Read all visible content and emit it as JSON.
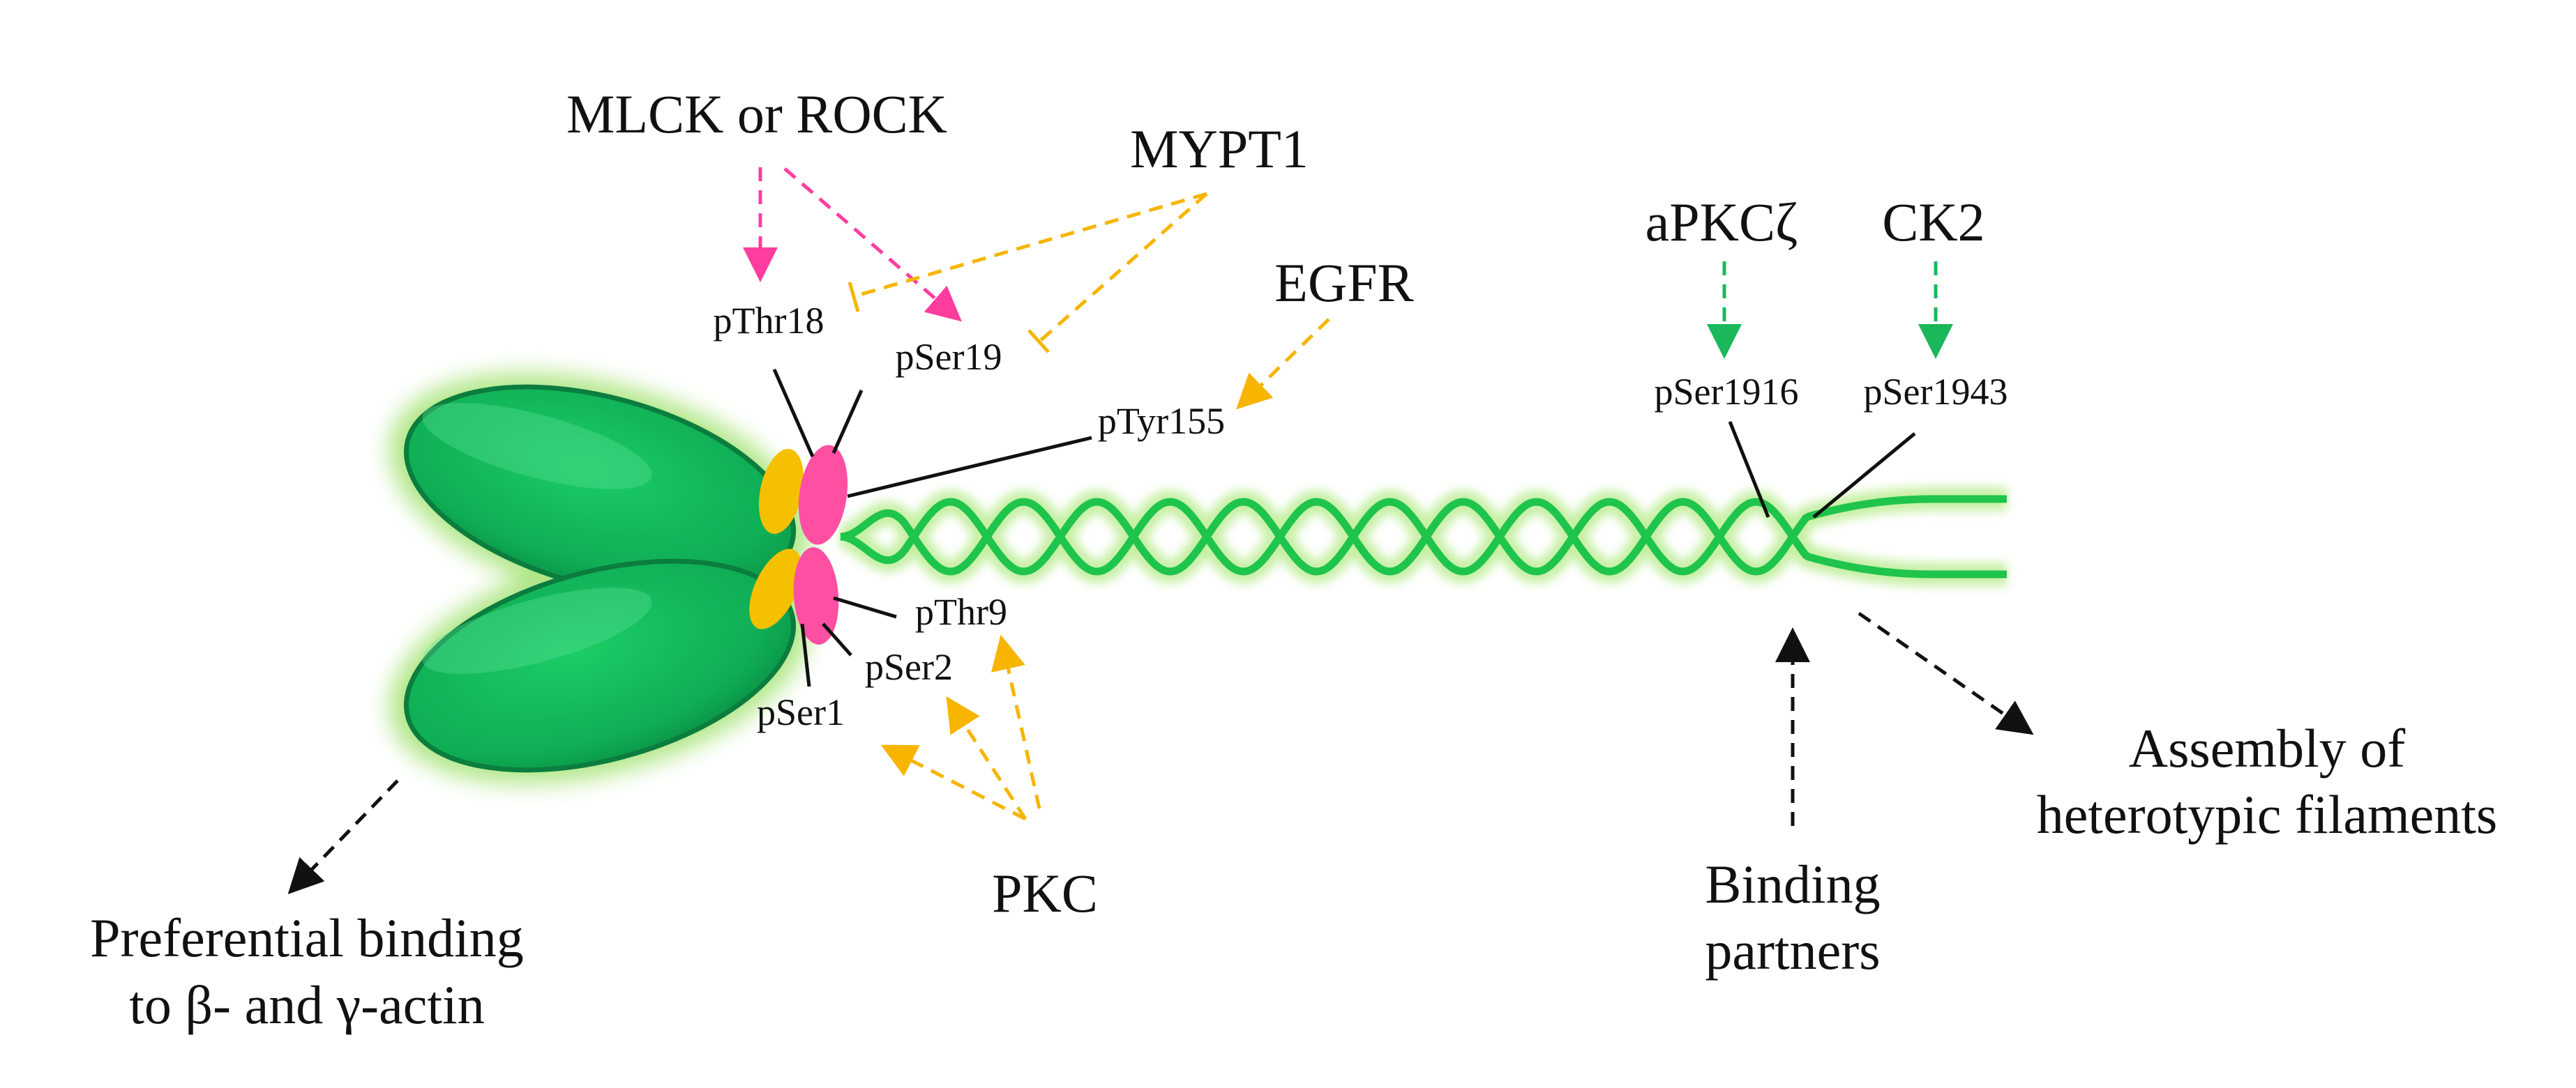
{
  "kinases": {
    "mlck_rock": "MLCK or ROCK",
    "mypt1": "MYPT1",
    "egfr": "EGFR",
    "apkc": "aPKCζ",
    "ck2": "CK2",
    "pkc": "PKC"
  },
  "sites": {
    "pthr18": "pThr18",
    "pser19": "pSer19",
    "ptyr155": "pTyr155",
    "pthr9": "pThr9",
    "pser2": "pSer2",
    "pser1": "pSer1",
    "pser1916": "pSer1916",
    "pser1943": "pSer1943"
  },
  "outcomes": {
    "actin_line1": "Preferential binding",
    "actin_line2": "to β- and γ-actin",
    "partners_line1": "Binding",
    "partners_line2": "partners",
    "assembly_line1": "Assembly of",
    "assembly_line2": "heterotypic filaments"
  },
  "colors": {
    "head_green": "#12b25a",
    "filament_green": "#1fc44c",
    "glow": "#b8ec8e",
    "light_chain_yellow": "#f5c000",
    "light_chain_pink": "#ff4fa3",
    "arrow_pink": "#ff3d9e",
    "arrow_yellow": "#f7b500",
    "arrow_green": "#1ab85a",
    "arrow_black": "#111111"
  }
}
